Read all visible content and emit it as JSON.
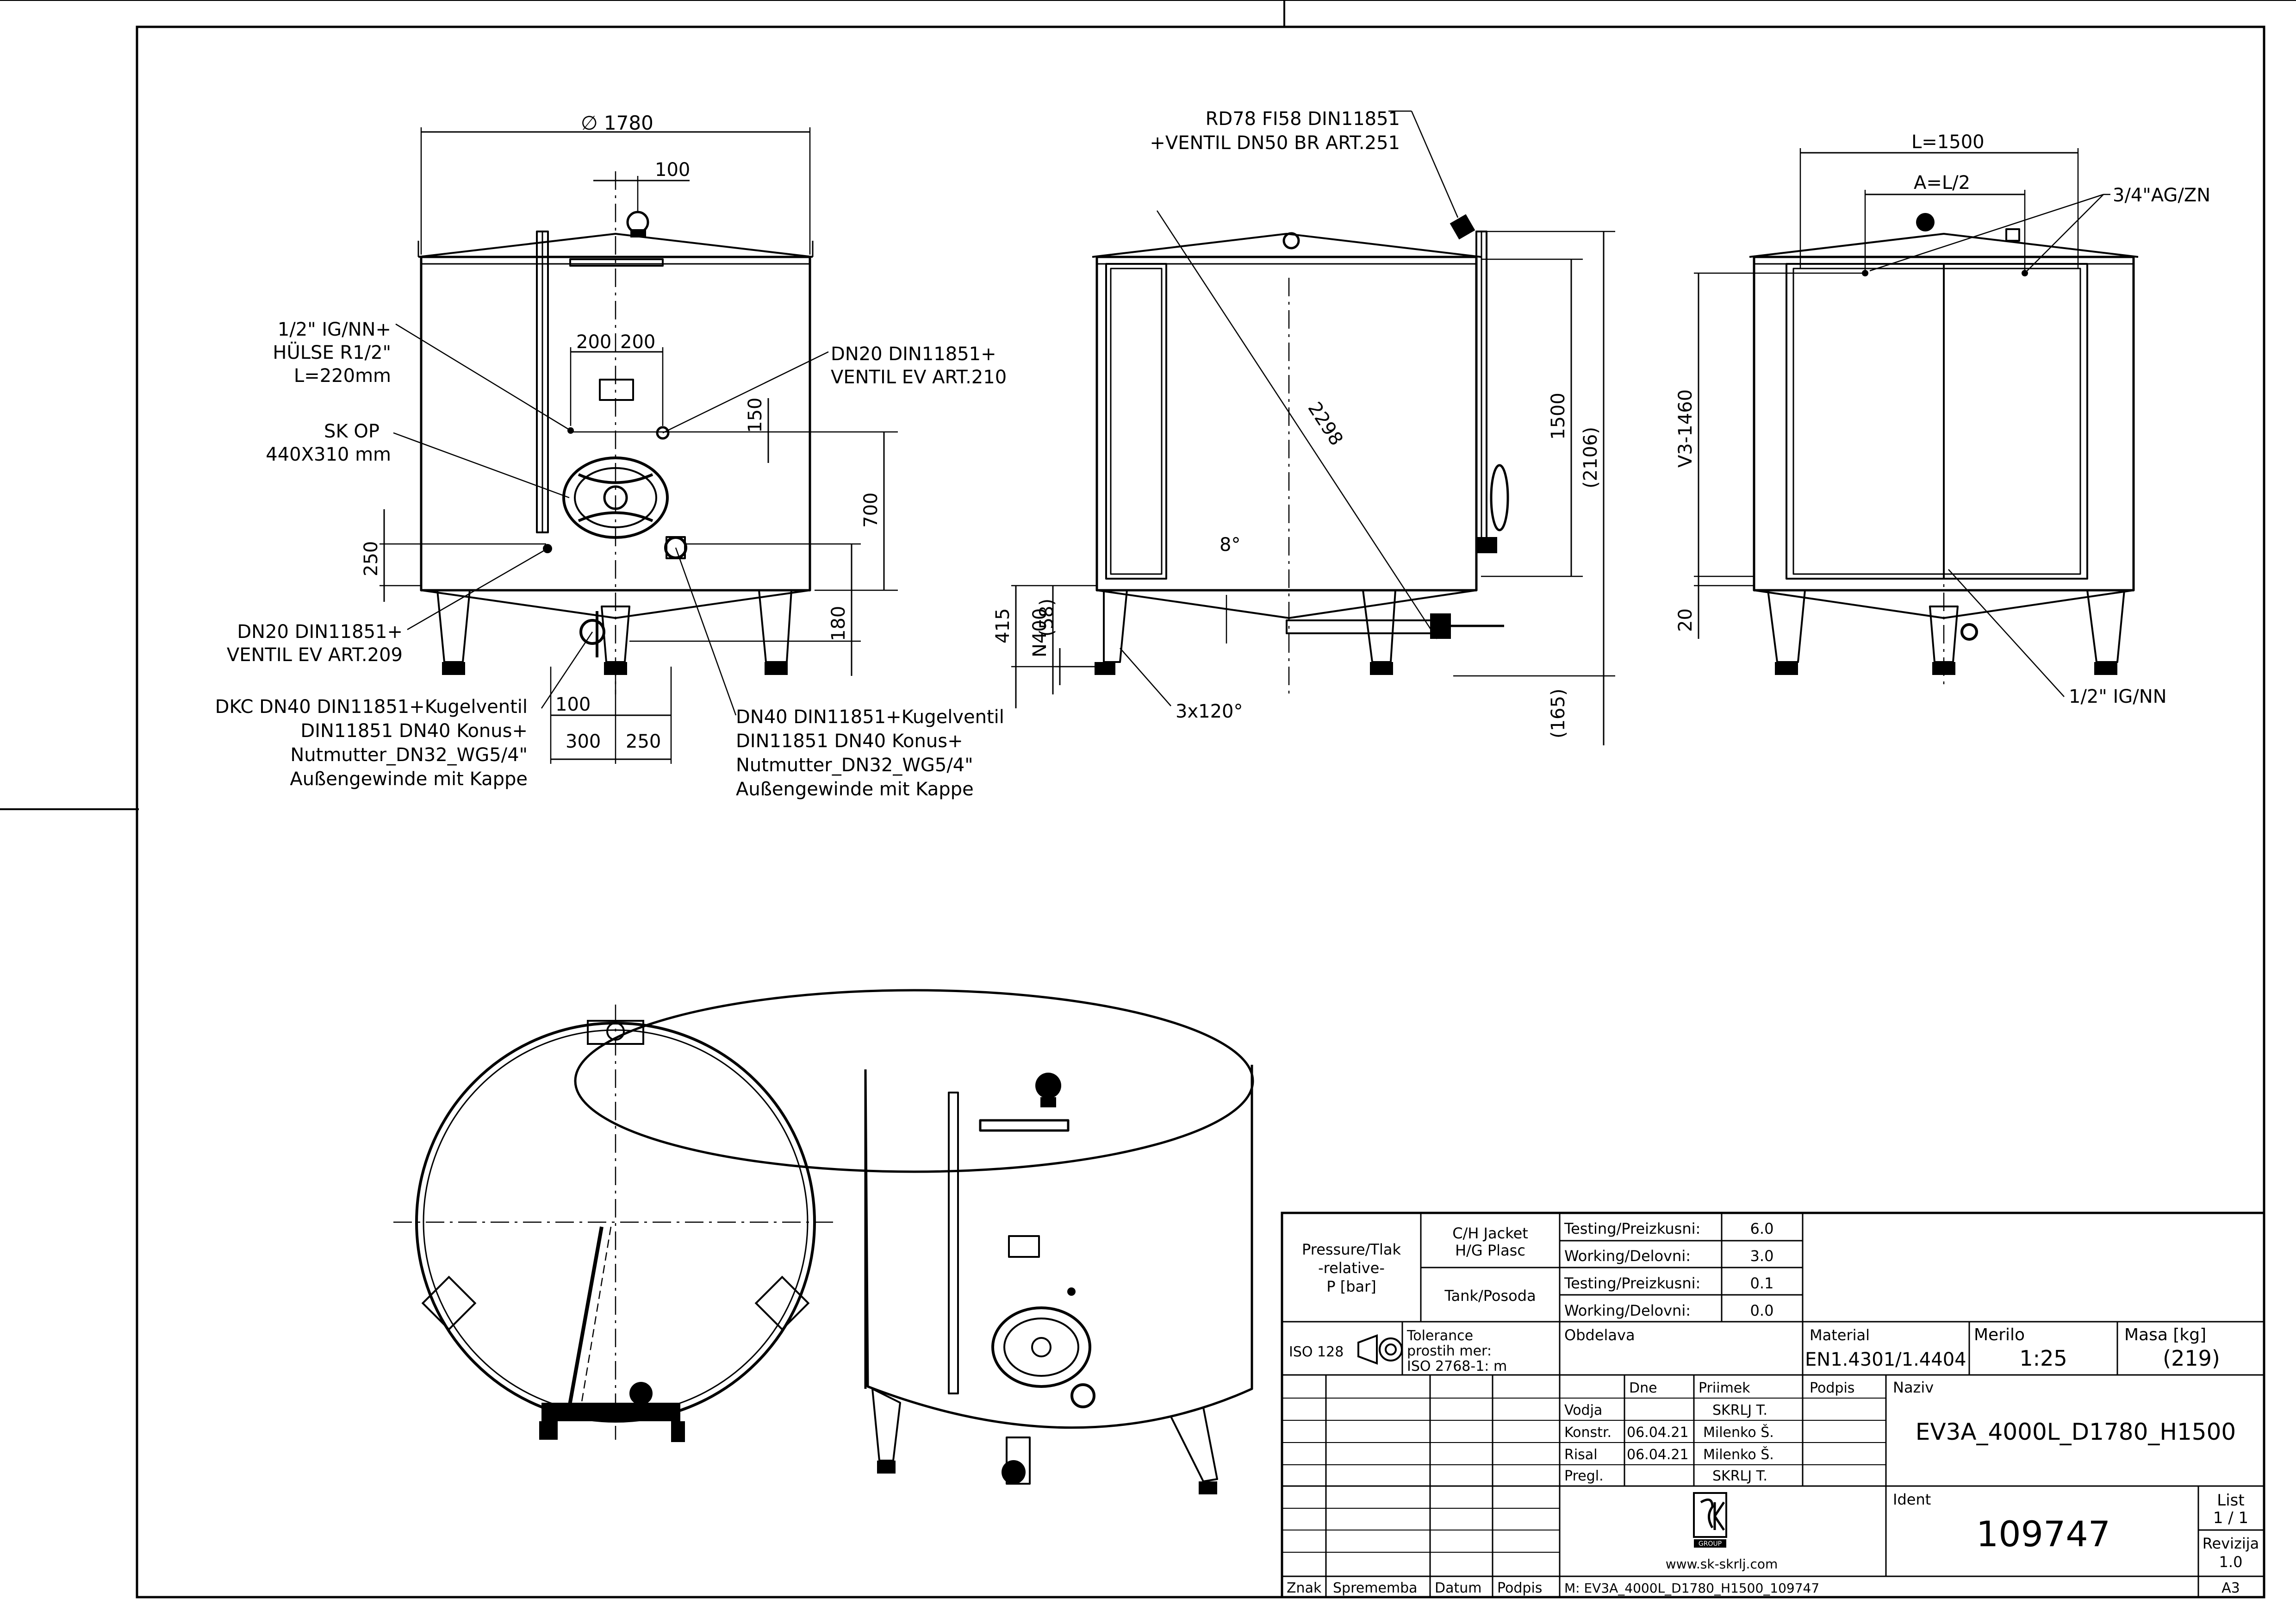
{
  "drawing": {
    "front_view": {
      "diameter": "∅ 1780",
      "offset_100": "100",
      "spacing_200a": "200",
      "spacing_200b": "200",
      "dim_150": "150",
      "dim_700": "700",
      "dim_250": "250",
      "dim_180": "180",
      "dim_100b": "100",
      "dim_300": "300",
      "dim_250b": "250",
      "callout_sleeve": [
        "1/2\" IG/NN+",
        "HÜLSE R1/2\"",
        "L=220mm"
      ],
      "callout_manhole": [
        "SK OP",
        "440X310 mm"
      ],
      "callout_dn20_210": [
        "DN20 DIN11851+",
        "VENTIL EV ART.210"
      ],
      "callout_dn20_209": [
        "DN20 DIN11851+",
        "VENTIL EV ART.209"
      ],
      "callout_dkc": [
        "DKC DN40 DIN11851+Kugelventil",
        "DIN11851 DN40 Konus+",
        "Nutmutter_DN32_WG5/4\"",
        "Außengewinde mit Kappe"
      ],
      "callout_dn40": [
        "DN40 DIN11851+Kugelventil",
        "DIN11851 DN40 Konus+",
        "Nutmutter_DN32_WG5/4\"",
        "Außengewinde mit Kappe"
      ]
    },
    "side_view": {
      "callout_rd78": [
        "RD78 FI58 DIN11851",
        "+VENTIL DN50 BR ART.251"
      ],
      "diag_2298": "2298",
      "angle_8": "8°",
      "dim_1500": "1500",
      "dim_2106": "(2106)",
      "dim_415": "415",
      "dim_n400": "N400",
      "dim_58": "(58)",
      "dim_165": "(165)",
      "legs": "3x120°"
    },
    "back_view": {
      "len_1500": "L=1500",
      "len_half": "A=L/2",
      "callout_34": "3/4\"AG/ZN",
      "v3": "V3-1460",
      "dim_20": "20",
      "callout_12": "1/2\" IG/NN"
    }
  },
  "title_block": {
    "pressure_label": [
      "Pressure/Tlak",
      "-relative-",
      "P [bar]"
    ],
    "jacket_label": [
      "C/H Jacket",
      "H/G Plasc"
    ],
    "tank_label": "Tank/Posoda",
    "rows": [
      {
        "label": "Testing/Preizkusni:",
        "value": "6.0"
      },
      {
        "label": "Working/Delovni:",
        "value": "3.0"
      },
      {
        "label": "Testing/Preizkusni:",
        "value": "0.1"
      },
      {
        "label": "Working/Delovni:",
        "value": "0.0"
      }
    ],
    "iso": "ISO 128",
    "tolerance": [
      "Tolerance",
      "prostih mer:",
      "ISO 2768-1: m"
    ],
    "obdelava": "Obdelava",
    "material_label": "Material",
    "material_value": "EN1.4301/1.4404",
    "merilo_label": "Merilo",
    "merilo_value": "1:25",
    "masa_label": "Masa [kg]",
    "masa_value": "(219)",
    "col_dne": "Dne",
    "col_priimek": "Priimek",
    "col_podpis": "Podpis",
    "naziv_label": "Naziv",
    "naziv_value": "EV3A_4000L_D1780_H1500",
    "people": [
      {
        "role": "Vodja",
        "date": "",
        "name": "SKRLJ T."
      },
      {
        "role": "Konstr.",
        "date": "06.04.21",
        "name": "Milenko Š."
      },
      {
        "role": "Risal",
        "date": "06.04.21",
        "name": "Milenko Š."
      },
      {
        "role": "Pregl.",
        "date": "",
        "name": "SKRLJ T."
      }
    ],
    "ident_label": "Ident",
    "ident_value": "109747",
    "list_label": "List",
    "list_value": "1 / 1",
    "revizija_label": "Revizija",
    "revizija_value": "1.0",
    "website": "www.sk-skrlj.com",
    "logo_text": "GROUP",
    "znak": "Znak",
    "sprememba": "Sprememba",
    "datum": "Datum",
    "podpis": "Podpis",
    "model_file": "M: EV3A_4000L_D1780_H1500_109747",
    "format": "A3"
  }
}
